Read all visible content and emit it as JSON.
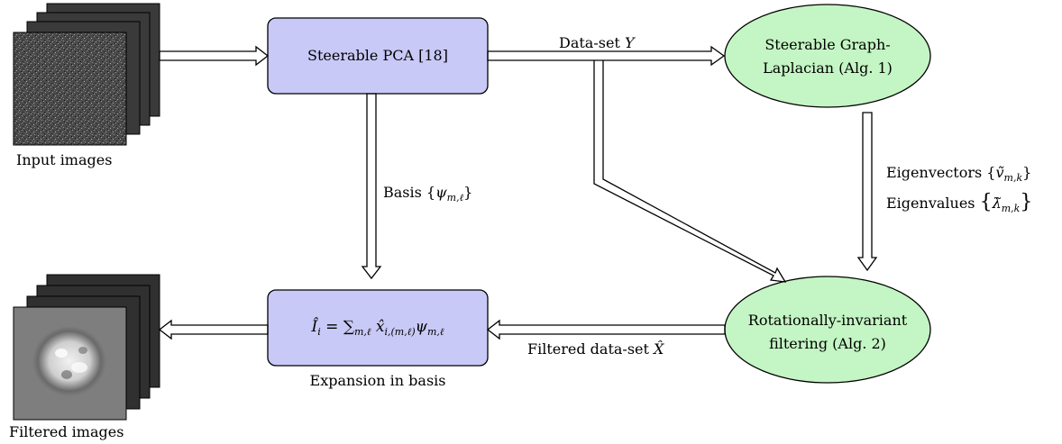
{
  "colors": {
    "rect_fill": "#c9c9f7",
    "ellipse_fill": "#c4f5c4",
    "stroke": "#000000",
    "noise_dark": "#3c3c3c",
    "filtered_bg": "#7e7e7e"
  },
  "nodes": {
    "steerable_pca": "Steerable PCA [18]",
    "graph_laplacian_line1": "Steerable Graph-",
    "graph_laplacian_line2": "Laplacian (Alg. 1)",
    "rotational_filter_line1": "Rotationally-invariant",
    "rotational_filter_line2": "filtering (Alg. 2)",
    "expansion_formula": "Î_i = Σ_{m,ℓ} x̂_{i,(m,ℓ)} ψ_{m,ℓ}"
  },
  "labels": {
    "input_images": "Input images",
    "filtered_images": "Filtered images",
    "dataset_y": "Data-set Y",
    "basis": "Basis {ψ_{m,ℓ}}",
    "eigenvectors": "Eigenvectors {ṽ_{m,k}}",
    "eigenvalues": "Eigenvalues {λ̃_{m,k}}",
    "filtered_dataset": "Filtered data-set X̂",
    "expansion_in_basis": "Expansion in basis"
  },
  "math": {
    "y": "Y",
    "psi": "ψ",
    "m_l": "m,ℓ",
    "v": "ṽ",
    "m_k": "m,k",
    "lambda": "λ̃",
    "x_hat": "X̂",
    "i_hat": "Î",
    "i": "i",
    "sum": "∑",
    "x_hat_small": "x̂",
    "i_ml": "i,(m,ℓ)"
  },
  "text_bits": {
    "dataset_prefix": "Data-set ",
    "basis_prefix": "Basis ",
    "eigenvectors_prefix": "Eigenvectors ",
    "eigenvalues_prefix": "Eigenvalues ",
    "filtered_prefix": "Filtered data-set ",
    "brace_open": "{",
    "brace_close": "}",
    "equals": " = "
  }
}
